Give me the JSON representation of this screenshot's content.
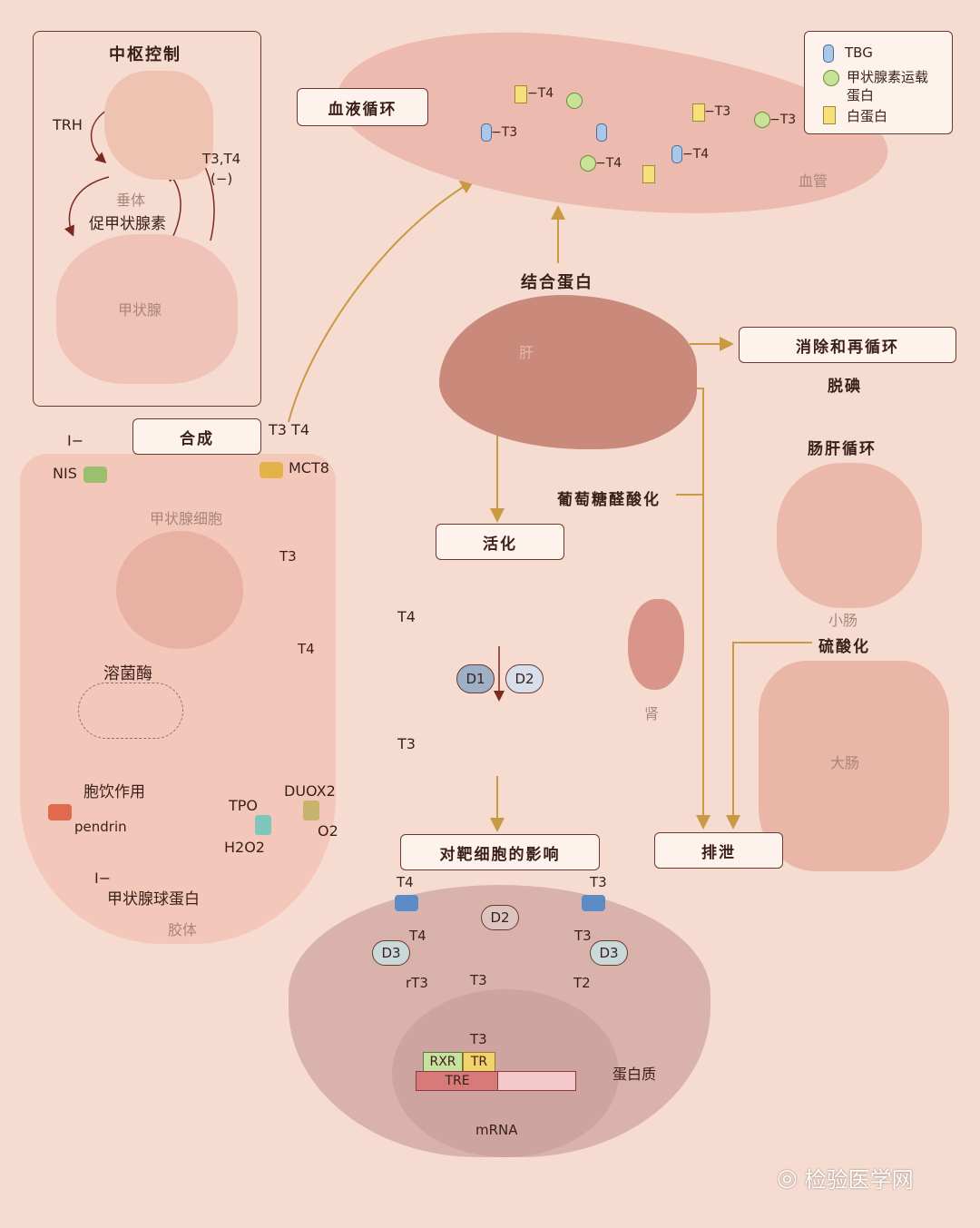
{
  "central_control": {
    "title": "中枢控制",
    "trh": "TRH",
    "feedback": "T3,T4",
    "feedback_sign": "(−)",
    "pituitary": "垂体",
    "tsh": "促甲状腺素",
    "thyroid": "甲状腺"
  },
  "blood": {
    "label": "血液循环",
    "vessel": "血管",
    "t4_labels": [
      "−T4",
      "−T4",
      "−T4"
    ],
    "t3_labels": [
      "−T3",
      "−T3",
      "−T3"
    ]
  },
  "legend": {
    "items": [
      {
        "icon": "tbg-icon",
        "label": "TBG"
      },
      {
        "icon": "transthyretin-icon",
        "label": "甲状腺素运载蛋白"
      },
      {
        "icon": "albumin-icon",
        "label": "白蛋白"
      }
    ]
  },
  "liver": {
    "binding": "结合蛋白",
    "liver": "肝",
    "clearance": "消除和再循环",
    "deiodination": "脱碘",
    "glucuronidation": "葡萄糖醛酸化",
    "activation": "活化",
    "kidney": "肾",
    "d1": "D1",
    "d2": "D2",
    "t4": "T4",
    "t3": "T3"
  },
  "gut": {
    "enterohepatic": "肠肝循环",
    "small_intestine": "小肠",
    "sulfation": "硫酸化",
    "large_intestine": "大肠",
    "excretion": "排泄"
  },
  "synthesis": {
    "label": "合成",
    "iodide": "I−",
    "nis": "NIS",
    "export": "T3 T4",
    "mct8": "MCT8",
    "cell": "甲状腺细胞",
    "t3": "T3",
    "t4": "T4",
    "lysosome": "溶菌酶",
    "pinocytosis": "胞饮作用",
    "tpo": "TPO",
    "duox2": "DUOX2",
    "pendrin": "pendrin",
    "h2o2": "H2O2",
    "o2": "O2",
    "iodide_out": "I−",
    "thyroglobulin": "甲状腺球蛋白",
    "colloid": "胶体"
  },
  "target": {
    "label": "对靶细胞的影响",
    "t4_in": "T4",
    "t3_in": "T3",
    "d2": "D2",
    "d3_left": "D3",
    "d3_right": "D3",
    "t4": "T4",
    "t3": "T3",
    "rt3": "rT3",
    "t2": "T2",
    "t3_nuclear": "T3",
    "t3_bound": "T3",
    "rxr": "RXR",
    "tr": "TR",
    "tre": "TRE",
    "mrna": "mRNA",
    "protein": "蛋白质"
  },
  "watermark": "检验医学网"
}
